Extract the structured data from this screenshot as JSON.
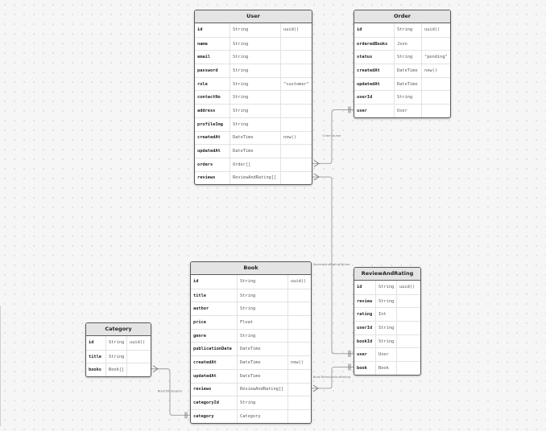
{
  "tables": [
    {
      "id": "User",
      "title": "User",
      "rows": [
        {
          "name": "id",
          "type": "String",
          "default": "uuid()"
        },
        {
          "name": "name",
          "type": "String",
          "default": ""
        },
        {
          "name": "email",
          "type": "String",
          "default": ""
        },
        {
          "name": "password",
          "type": "String",
          "default": ""
        },
        {
          "name": "role",
          "type": "String",
          "default": "\"customer\""
        },
        {
          "name": "contactNo",
          "type": "String",
          "default": ""
        },
        {
          "name": "address",
          "type": "String",
          "default": ""
        },
        {
          "name": "profileImg",
          "type": "String",
          "default": ""
        },
        {
          "name": "createdAt",
          "type": "DateTime",
          "default": "now()"
        },
        {
          "name": "updatedAt",
          "type": "DateTime",
          "default": ""
        },
        {
          "name": "orders",
          "type": "Order[]",
          "default": ""
        },
        {
          "name": "reviews",
          "type": "ReviewAndRating[]",
          "default": ""
        }
      ]
    },
    {
      "id": "Order",
      "title": "Order",
      "rows": [
        {
          "name": "id",
          "type": "String",
          "default": "uuid()"
        },
        {
          "name": "orderedBooks",
          "type": "Json",
          "default": ""
        },
        {
          "name": "status",
          "type": "String",
          "default": "\"pending\""
        },
        {
          "name": "createdAt",
          "type": "DateTime",
          "default": "now()"
        },
        {
          "name": "updatedAt",
          "type": "DateTime",
          "default": ""
        },
        {
          "name": "userId",
          "type": "String",
          "default": ""
        },
        {
          "name": "user",
          "type": "User",
          "default": ""
        }
      ]
    },
    {
      "id": "Book",
      "title": "Book",
      "rows": [
        {
          "name": "id",
          "type": "String",
          "default": "uuid()"
        },
        {
          "name": "title",
          "type": "String",
          "default": ""
        },
        {
          "name": "author",
          "type": "String",
          "default": ""
        },
        {
          "name": "price",
          "type": "Float",
          "default": ""
        },
        {
          "name": "genre",
          "type": "String",
          "default": ""
        },
        {
          "name": "publicationDate",
          "type": "DateTime",
          "default": ""
        },
        {
          "name": "createdAt",
          "type": "DateTime",
          "default": "now()"
        },
        {
          "name": "updatedAt",
          "type": "DateTime",
          "default": ""
        },
        {
          "name": "reviews",
          "type": "ReviewAndRating[]",
          "default": ""
        },
        {
          "name": "categoryId",
          "type": "String",
          "default": ""
        },
        {
          "name": "category",
          "type": "Category",
          "default": ""
        }
      ]
    },
    {
      "id": "ReviewAndRating",
      "title": "ReviewAndRating",
      "rows": [
        {
          "name": "id",
          "type": "String",
          "default": "uuid()"
        },
        {
          "name": "review",
          "type": "String",
          "default": ""
        },
        {
          "name": "rating",
          "type": "Int",
          "default": ""
        },
        {
          "name": "userId",
          "type": "String",
          "default": ""
        },
        {
          "name": "bookId",
          "type": "String",
          "default": ""
        },
        {
          "name": "user",
          "type": "User",
          "default": ""
        },
        {
          "name": "book",
          "type": "Book",
          "default": ""
        }
      ]
    },
    {
      "id": "Category",
      "title": "Category",
      "rows": [
        {
          "name": "id",
          "type": "String",
          "default": "uuid()"
        },
        {
          "name": "title",
          "type": "String",
          "default": ""
        },
        {
          "name": "books",
          "type": "Book[]",
          "default": ""
        }
      ]
    }
  ],
  "relations": [
    {
      "label": "OrderToUser"
    },
    {
      "label": "ReviewAndRatingToUser"
    },
    {
      "label": "BookToReviewAndRating"
    },
    {
      "label": "BookToCategory"
    }
  ]
}
